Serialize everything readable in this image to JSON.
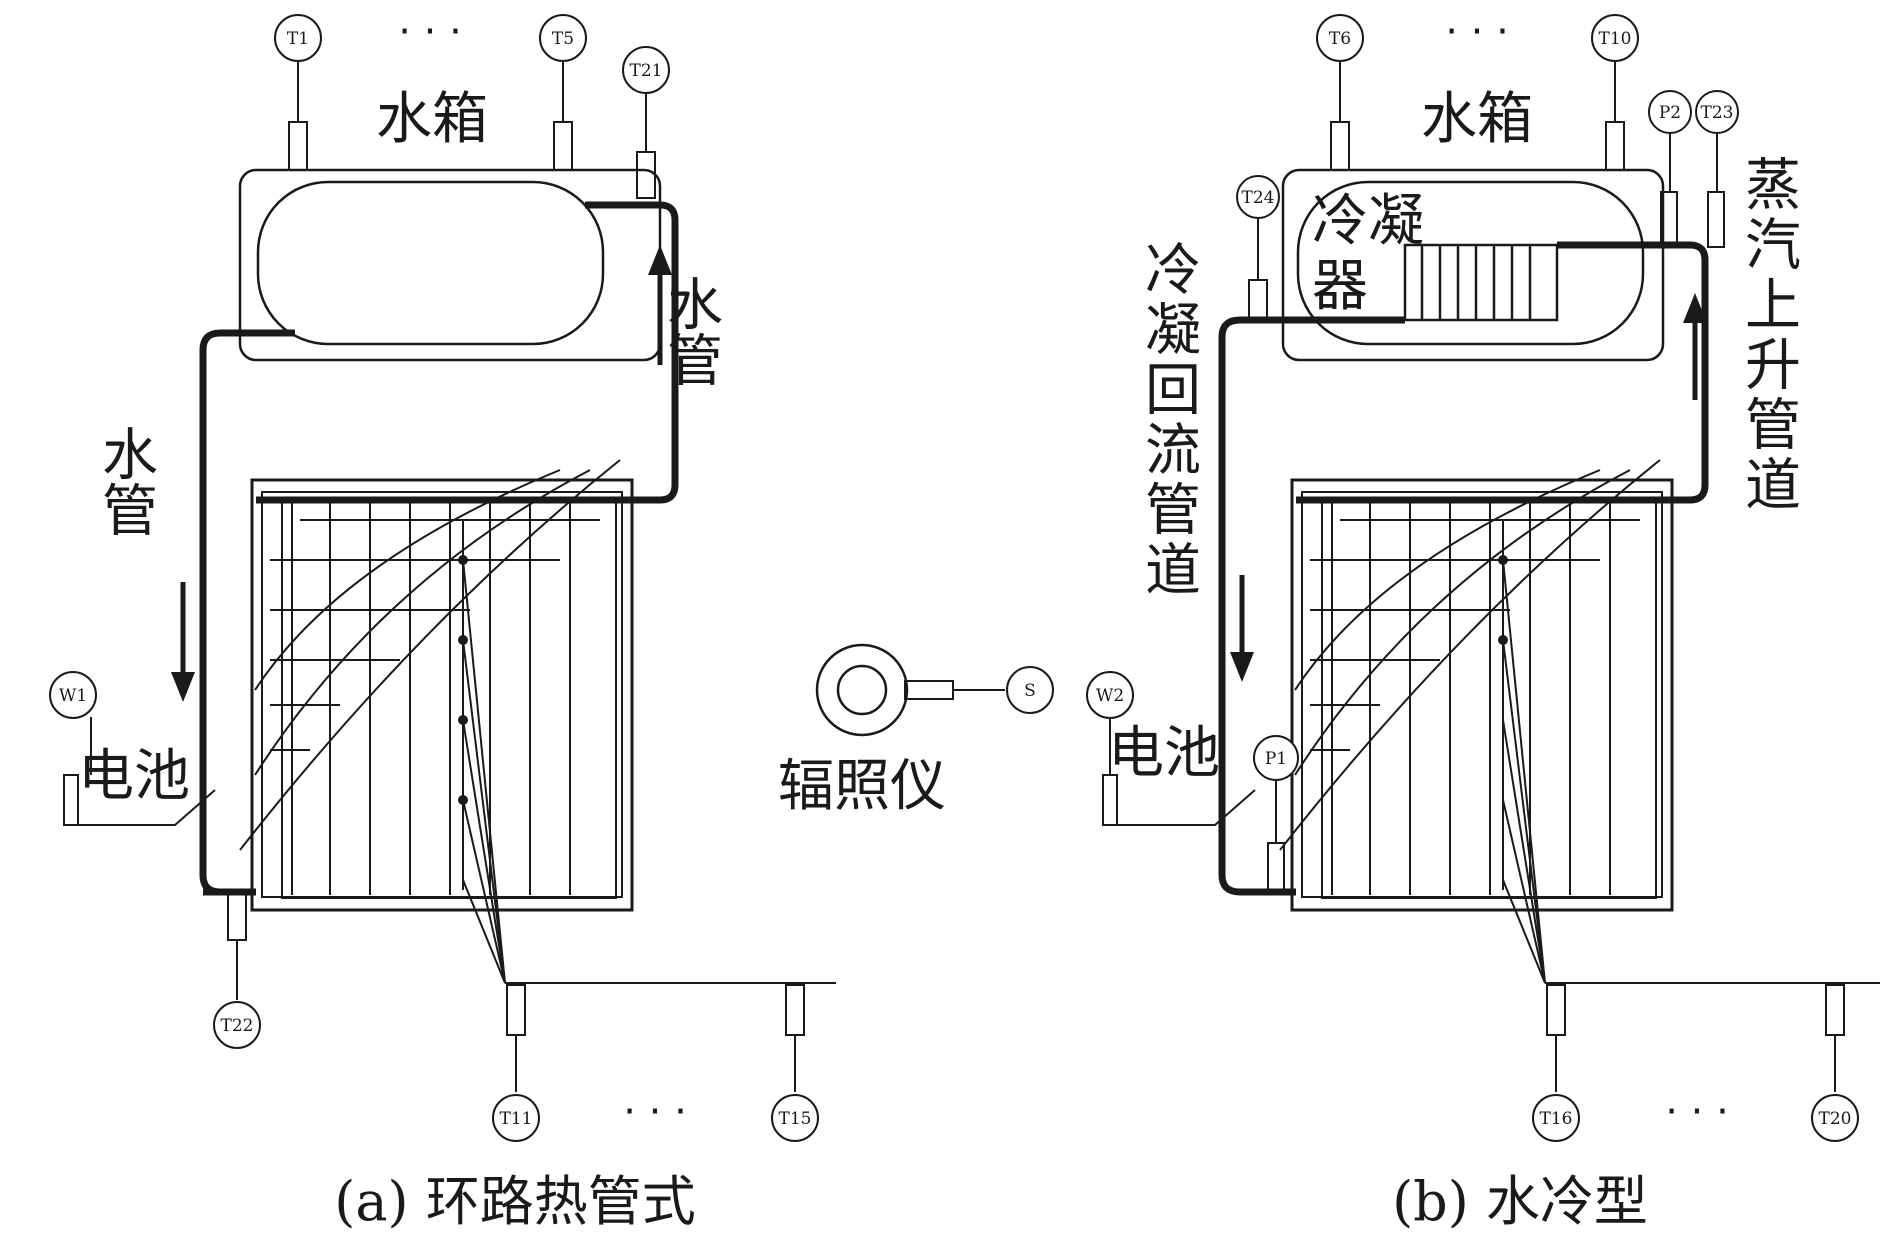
{
  "left_panel": {
    "tank_label": "水箱",
    "pipe_label_right": "水管",
    "pipe_label_left": "水管",
    "battery_label": "电池",
    "caption": "(a) 环路热管式",
    "sensors": {
      "t1": "T1",
      "t5": "T5",
      "t21": "T21",
      "t22": "T22",
      "w1": "W1",
      "t11": "T11",
      "t15": "T15"
    },
    "ellipsis_top": "· · ·",
    "ellipsis_bottom": "· · ·"
  },
  "center": {
    "pyranometer_label": "辐照仪",
    "sensor_s": "S"
  },
  "right_panel": {
    "tank_label": "水箱",
    "condenser_label_line1": "冷凝",
    "condenser_label_line2": "器",
    "return_pipe_label": "冷凝回流管道",
    "vapor_pipe_label": "蒸汽上升管道",
    "battery_label": "电池",
    "caption": "(b) 水冷型",
    "sensors": {
      "t6": "T6",
      "t10": "T10",
      "p2": "P2",
      "t23": "T23",
      "t24": "T24",
      "w2": "W2",
      "p1": "P1",
      "t16": "T16",
      "t20": "T20"
    },
    "ellipsis_top": "· · ·",
    "ellipsis_bottom": "· · ·"
  }
}
